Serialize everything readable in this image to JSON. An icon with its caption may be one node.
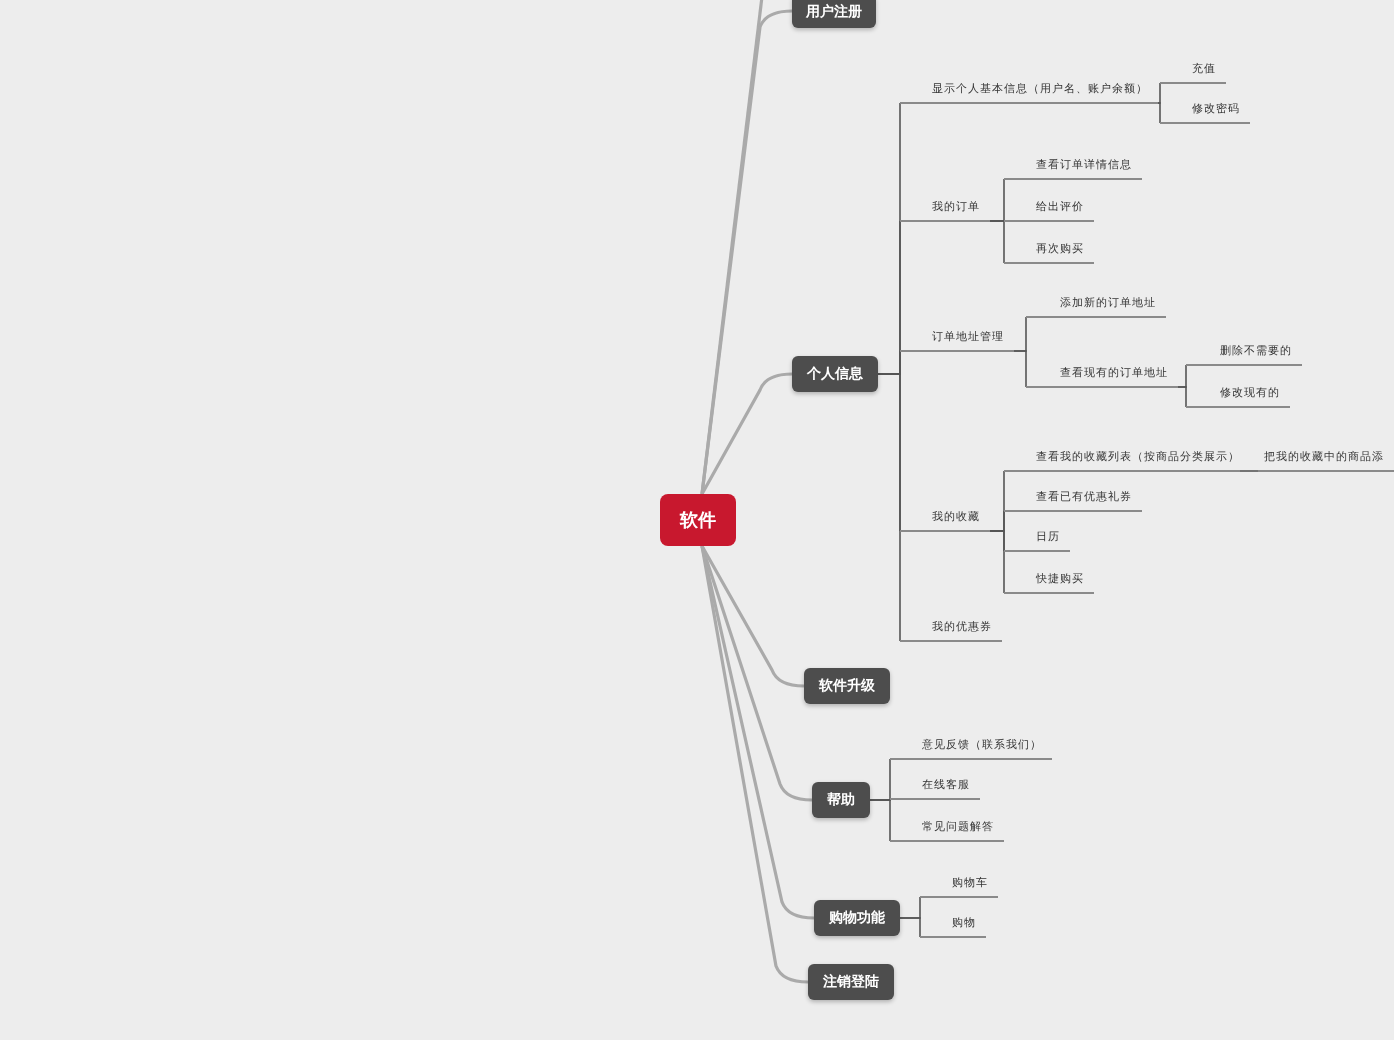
{
  "diagram": {
    "nodes": [
      {
        "text": [
          "软件"
        ]
      },
      {
        "text": [
          "用户注册"
        ]
      },
      {
        "text": [
          "个人信息"
        ]
      },
      {
        "text": [
          "显示个人基本信息（用户名、账户余额）"
        ]
      },
      {
        "text": [
          "充值"
        ]
      },
      {
        "text": [
          "修改密码"
        ]
      },
      {
        "text": [
          "我的订单"
        ]
      },
      {
        "text": [
          "查看订单详情信息"
        ]
      },
      {
        "text": [
          "给出评价"
        ]
      },
      {
        "text": [
          "再次购买"
        ]
      },
      {
        "text": [
          "订单地址管理"
        ]
      },
      {
        "text": [
          "添加新的订单地址"
        ]
      },
      {
        "text": [
          "查看现有的订单地址"
        ]
      },
      {
        "text": [
          "删除不需要的"
        ]
      },
      {
        "text": [
          "修改现有的"
        ]
      },
      {
        "text": [
          "我的收藏"
        ]
      },
      {
        "text": [
          "查看我的收藏列表（按商品分类展示）"
        ]
      },
      {
        "text": [
          "把我的收藏中的商品添"
        ]
      },
      {
        "text": [
          "查看已有优惠礼券"
        ]
      },
      {
        "text": [
          "日历"
        ]
      },
      {
        "text": [
          "快捷购买"
        ]
      },
      {
        "text": [
          "我的优惠券"
        ]
      },
      {
        "text": [
          "软件升级"
        ]
      },
      {
        "text": [
          "帮助"
        ]
      },
      {
        "text": [
          "意见反馈（联系我们）"
        ]
      },
      {
        "text": [
          "在线客服"
        ]
      },
      {
        "text": [
          "常见问题解答"
        ]
      },
      {
        "text": [
          "购物功能"
        ]
      },
      {
        "text": [
          "购物车"
        ]
      },
      {
        "text": [
          "购物"
        ]
      },
      {
        "text": [
          "注销登陆"
        ]
      }
    ],
    "edges": [
      {
        "from": 0,
        "to": null,
        "arrow": "none",
        "color": "#aaaaaa"
      },
      {
        "from": 0,
        "to": 1,
        "arrow": "none",
        "color": "#aaaaaa"
      },
      {
        "from": 0,
        "to": 2,
        "arrow": "none",
        "color": "#aaaaaa"
      },
      {
        "from": 2,
        "to": 3,
        "arrow": "none"
      },
      {
        "from": 3,
        "to": 4,
        "arrow": "none"
      },
      {
        "from": 3,
        "to": 5,
        "arrow": "none"
      },
      {
        "from": 2,
        "to": 6,
        "arrow": "none"
      },
      {
        "from": 6,
        "to": 7,
        "arrow": "none"
      },
      {
        "from": 6,
        "to": 8,
        "arrow": "none"
      },
      {
        "from": 6,
        "to": 9,
        "arrow": "none"
      },
      {
        "from": 2,
        "to": 10,
        "arrow": "none"
      },
      {
        "from": 10,
        "to": 11,
        "arrow": "none"
      },
      {
        "from": 10,
        "to": 12,
        "arrow": "none"
      },
      {
        "from": 12,
        "to": 13,
        "arrow": "none"
      },
      {
        "from": 12,
        "to": 14,
        "arrow": "none"
      },
      {
        "from": 2,
        "to": 15,
        "arrow": "none"
      },
      {
        "from": 15,
        "to": 16,
        "arrow": "none"
      },
      {
        "from": 16,
        "to": 17,
        "arrow": "none"
      },
      {
        "from": 15,
        "to": 18,
        "arrow": "none"
      },
      {
        "from": 15,
        "to": 19,
        "arrow": "none"
      },
      {
        "from": 15,
        "to": 20,
        "arrow": "none"
      },
      {
        "from": 2,
        "to": 21,
        "arrow": "none"
      },
      {
        "from": 0,
        "to": 22,
        "arrow": "none",
        "color": "#aaaaaa"
      },
      {
        "from": 0,
        "to": 23,
        "arrow": "none",
        "color": "#aaaaaa"
      },
      {
        "from": 23,
        "to": 24,
        "arrow": "none"
      },
      {
        "from": 23,
        "to": 25,
        "arrow": "none"
      },
      {
        "from": 23,
        "to": 26,
        "arrow": "none"
      },
      {
        "from": 0,
        "to": 27,
        "arrow": "none",
        "color": "#aaaaaa"
      },
      {
        "from": 27,
        "to": 28,
        "arrow": "none"
      },
      {
        "from": 27,
        "to": 29,
        "arrow": "none"
      },
      {
        "from": 0,
        "to": 30,
        "arrow": "none",
        "color": "#aaaaaa"
      }
    ]
  }
}
